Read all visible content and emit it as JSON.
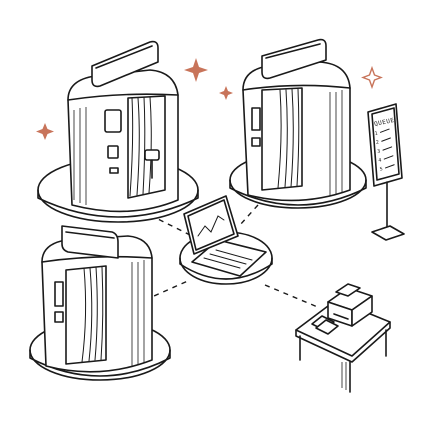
{
  "scene": {
    "description_colors": {
      "ink": "#1a1a1a",
      "accent": "#c8745a",
      "background": "#ffffff"
    }
  },
  "queue_sign": {
    "title": "QUEUE",
    "numbers": [
      "1",
      "2",
      "3",
      "4",
      "5"
    ]
  }
}
